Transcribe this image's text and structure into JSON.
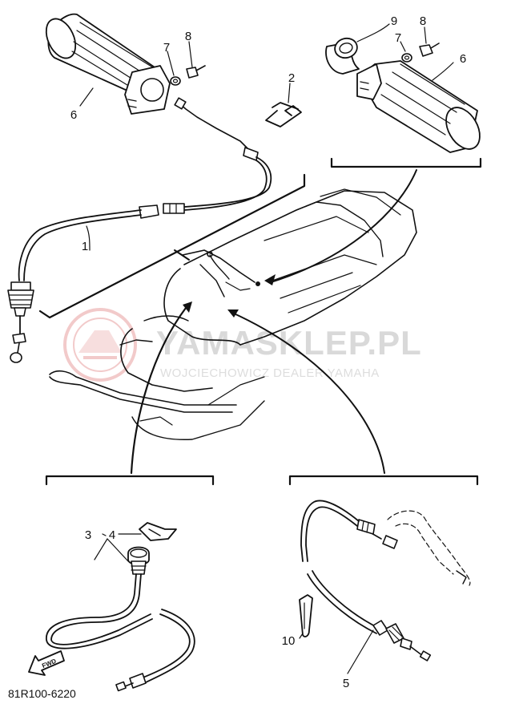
{
  "callouts": {
    "c1": "1",
    "c2": "2",
    "c3": "3",
    "c4": "4",
    "c5": "5",
    "c6_left": "6",
    "c6_right": "6",
    "c7_left": "7",
    "c7_right": "7",
    "c8_left": "8",
    "c8_right": "8",
    "c9": "9",
    "c10": "10"
  },
  "drawing_code": "81R100-6220",
  "forward_tag": "FWD",
  "watermark": {
    "title": "YAMASKLEP.PL",
    "subtitle": "WOJCIECHOWICZ DEALER YAMAHA"
  },
  "colors": {
    "ink": "#111111",
    "watermark_logo": "#e8a0a0",
    "watermark_text": "#d9d9d9"
  }
}
